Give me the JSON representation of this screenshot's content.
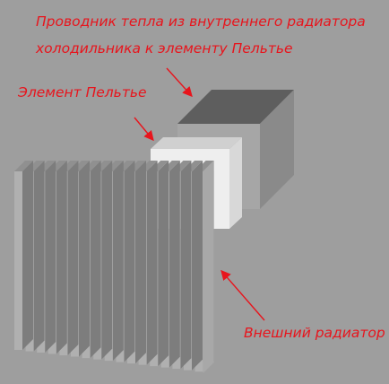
{
  "labels": {
    "conductor_line1": "Проводник тепла из внутреннего радиатора",
    "conductor_line2": "холодильника к элементу Пельтье",
    "peltier": "Элемент Пельтье",
    "radiator": "Внешний радиатор"
  },
  "colors": {
    "background": "#9e9e9e",
    "label_text": "#e8141c",
    "arrow": "#e8141c",
    "cube_front": "#a6a6a6",
    "cube_top": "#5e5e5e",
    "cube_side": "#8a8a8a",
    "peltier_front": "#eeeeee",
    "peltier_top": "#d0d0d0",
    "fin_face": "#b0b0b0",
    "fin_edge": "#7d7d7d",
    "fin_top": "#909090"
  }
}
